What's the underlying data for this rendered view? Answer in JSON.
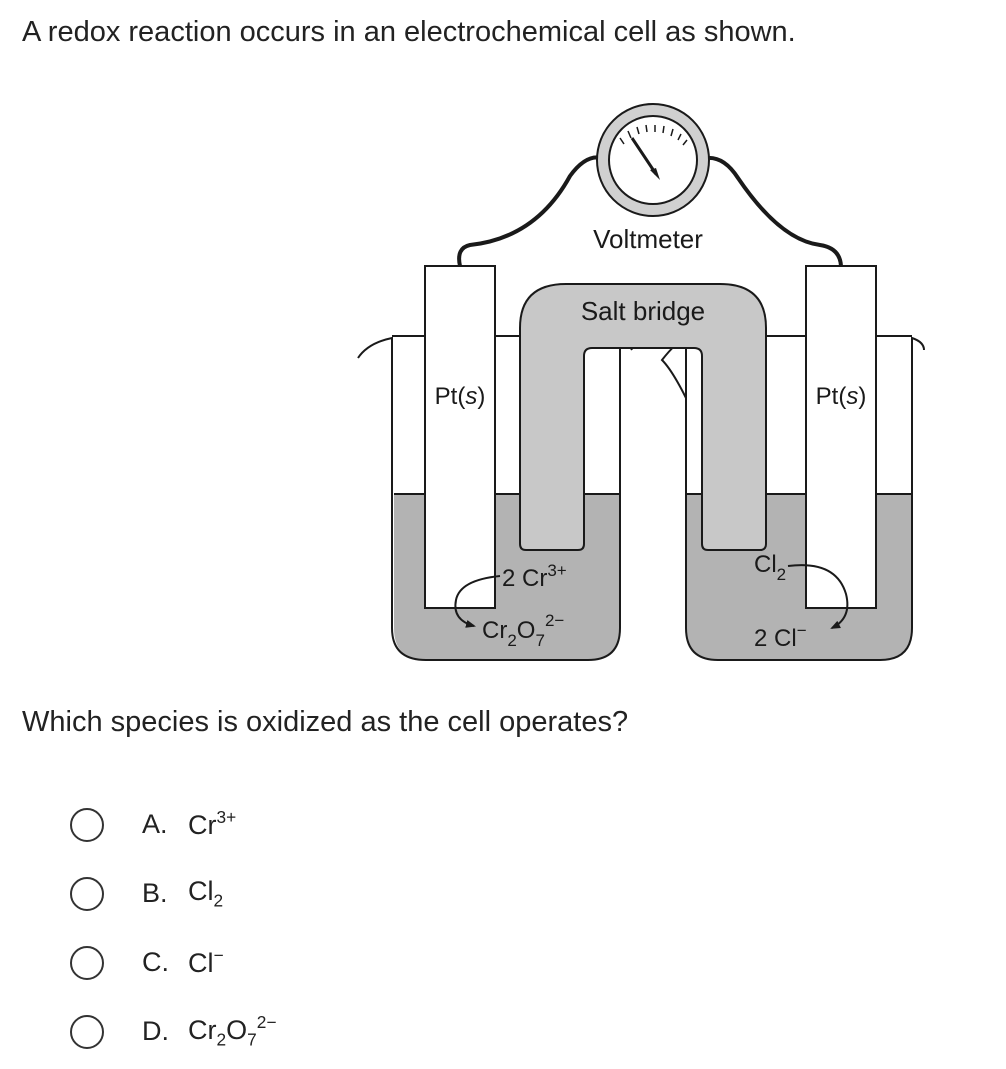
{
  "question": {
    "stem": "A redox reaction occurs in an electrochemical cell as shown.",
    "prompt": "Which species is oxidized as the cell operates?"
  },
  "diagram": {
    "voltmeter_label": "Voltmeter",
    "salt_bridge_label": "Salt bridge",
    "left_electrode_label": "Pt(s)",
    "right_electrode_label": "Pt(s)",
    "left_reaction_top": "2 Cr3+",
    "left_reaction_bottom": "Cr2O72−",
    "right_reaction_top": "Cl2",
    "right_reaction_bottom": "2 Cl−"
  },
  "choices": [
    {
      "letter": "A.",
      "text": "Cr3+"
    },
    {
      "letter": "B.",
      "text": "Cl2"
    },
    {
      "letter": "C.",
      "text": "Cl−"
    },
    {
      "letter": "D.",
      "text": "Cr2O72−"
    }
  ]
}
